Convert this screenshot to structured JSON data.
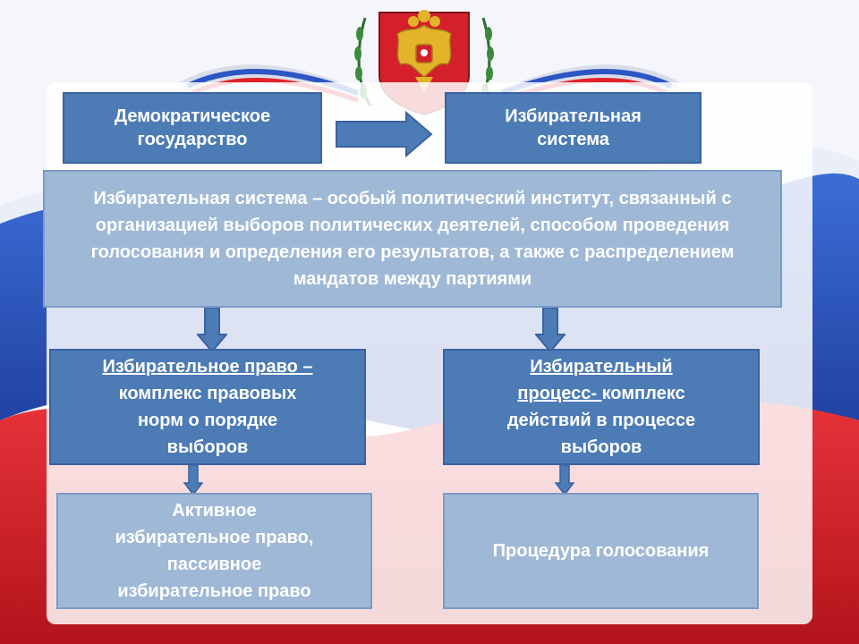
{
  "colors": {
    "dark_box": "#4c7bb6",
    "light_box": "#9fb8d6",
    "flag_white": "#ffffff",
    "flag_blue": "#2b56c4",
    "flag_red": "#e0232b"
  },
  "top": {
    "democratic_state": "Демократическое\nгосударство",
    "electoral_system": "Избирательная\nсистема"
  },
  "definition": "Избирательная система – особый политический институт, связанный с организацией выборов политических деятелей, способом проведения голосования и определения его результатов, а также с распределением мандатов между партиями",
  "electoral_law": {
    "term": "Избирательное право –",
    "rest": "комплекс правовых\nнорм о порядке\nвыборов"
  },
  "electoral_process": {
    "term": "Избирательный\nпроцесс- ",
    "rest": "комплекс\nдействий в процессе\nвыборов"
  },
  "bottom": {
    "active_passive": "Активное\nизбирательное право,\nпассивное\nизбирательное право",
    "voting_procedure": "Процедура голосования"
  }
}
